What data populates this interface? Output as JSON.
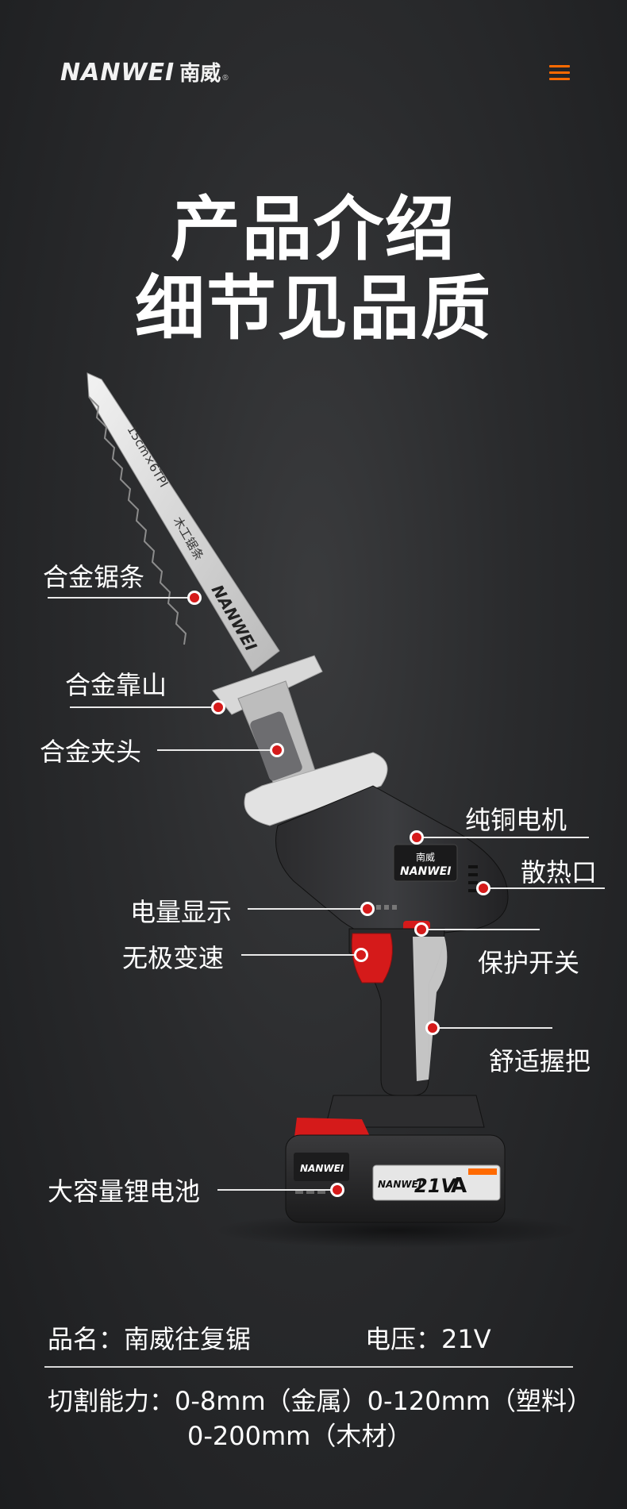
{
  "brand": {
    "name_en": "NANWEI",
    "name_cn": "南威",
    "reg": "®",
    "accent": "#ff6a00"
  },
  "headline": {
    "line1": "产品介绍",
    "line2": "细节见品质"
  },
  "blade": {
    "spec": "15cm×6TPI",
    "type": "木工锯条"
  },
  "callouts": {
    "blade": "合金锯条",
    "guard": "合金靠山",
    "clamp": "合金夹头",
    "motor": "纯铜电机",
    "vent": "散热口",
    "power_display": "电量显示",
    "switch": "保护开关",
    "speed": "无极变速",
    "grip": "舒适握把",
    "battery": "大容量锂电池"
  },
  "device_badges": {
    "body_cn": "南威",
    "body_en": "NANWEI",
    "battery_voltage": "21V",
    "battery_unit": "A"
  },
  "specs": {
    "name_label": "品名：南威往复锯",
    "voltage_label": "电压：21V",
    "cutting_line1": "切割能力：0-8mm（金属）0-120mm（塑料）",
    "cutting_line2": "0-200mm（木材）"
  }
}
